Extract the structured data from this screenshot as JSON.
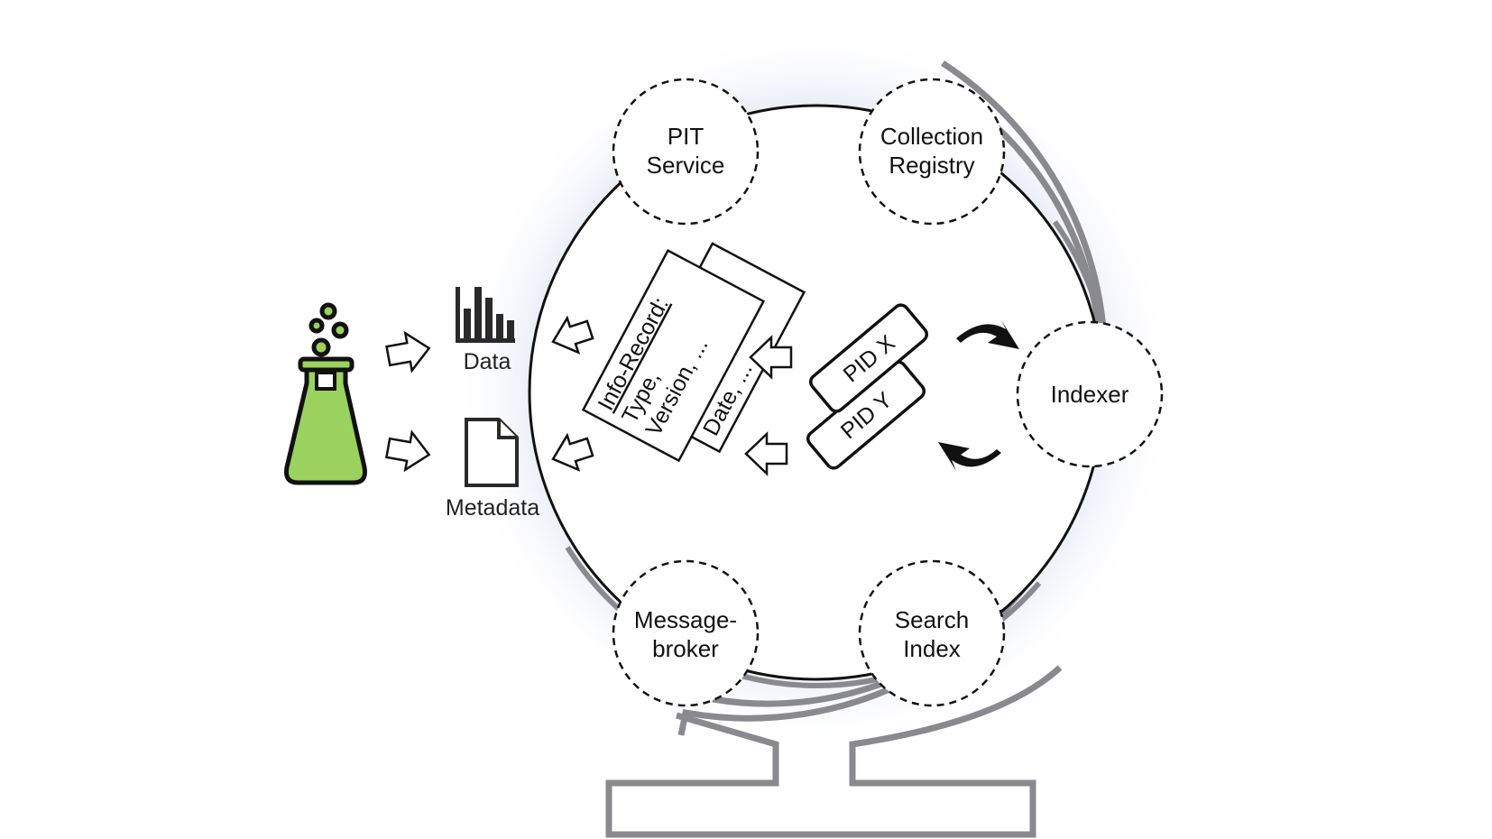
{
  "services": {
    "pit": {
      "line1": "PIT",
      "line2": "Service"
    },
    "collection": {
      "line1": "Collection",
      "line2": "Registry"
    },
    "indexer": {
      "line1": "Indexer"
    },
    "broker": {
      "line1": "Message-",
      "line2": "broker"
    },
    "search": {
      "line1": "Search",
      "line2": "Index"
    }
  },
  "data_label": "Data",
  "metadata_label": "Metadata",
  "info_record": {
    "title": "Info-Record:",
    "line2": "Type,",
    "line3": "Version, ...",
    "line4": "Date, ..."
  },
  "pids": {
    "front": "PID X",
    "back": "PID Y"
  },
  "colors": {
    "flask_fill": "#9bd15f",
    "globe_stand": "#8a8a8e",
    "glow": "#c9cfe8",
    "outline": "#111111"
  },
  "icons": [
    "lab-flask-icon",
    "bar-chart-icon",
    "document-icon",
    "hollow-arrow-icon",
    "curved-arrow-icon"
  ]
}
